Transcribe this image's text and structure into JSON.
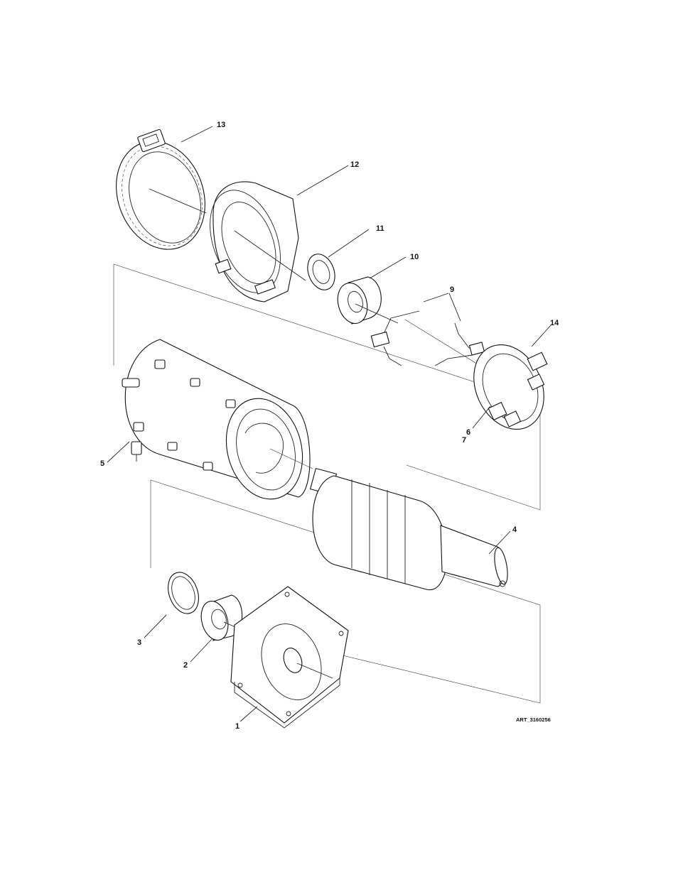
{
  "callouts": {
    "c1": "1",
    "c2": "2",
    "c3": "3",
    "c4": "4",
    "c5": "5",
    "c6": "6",
    "c7": "7",
    "c9": "9",
    "c10": "10",
    "c11": "11",
    "c12": "12",
    "c13": "13",
    "c14": "14"
  },
  "art_id": "ART_3160256"
}
